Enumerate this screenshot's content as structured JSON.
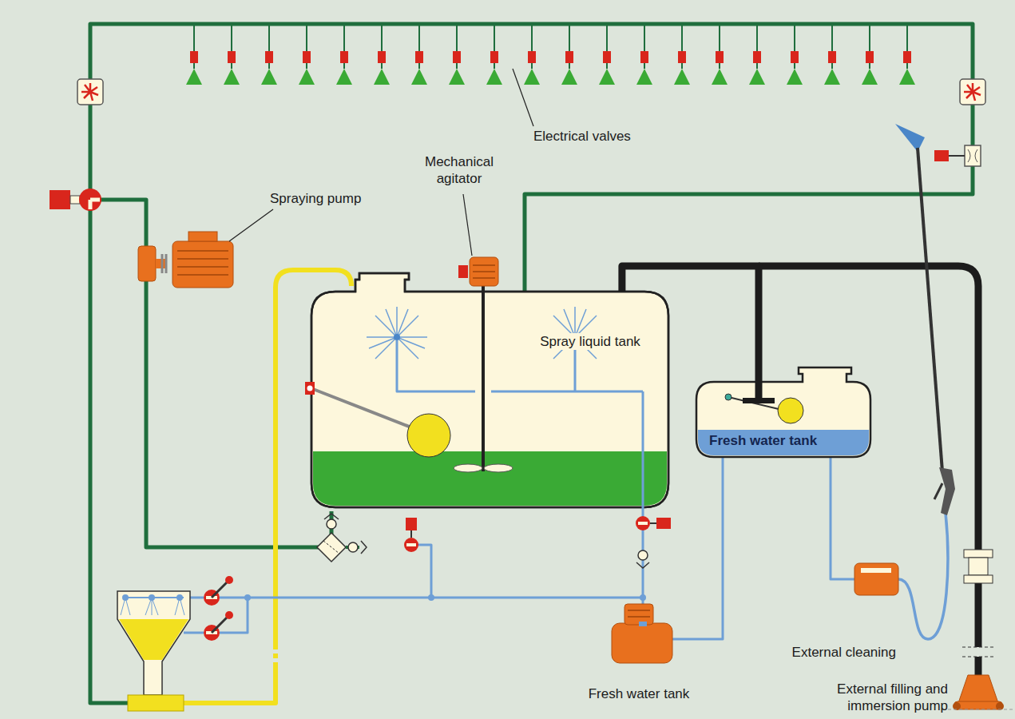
{
  "diagram": {
    "nodes": [
      {
        "text": [
          "Spray liquid tank"
        ]
      },
      {
        "text": [
          "Fresh water tank"
        ]
      }
    ],
    "edges": [
      {
        "from": 0,
        "to": 1,
        "arrow": "none"
      }
    ],
    "labels": [
      "Electrical valves",
      "Mechanical agitator",
      "Spraying pump",
      "Fresh water tank",
      "External cleaning",
      "External filling and immersion pump"
    ]
  }
}
